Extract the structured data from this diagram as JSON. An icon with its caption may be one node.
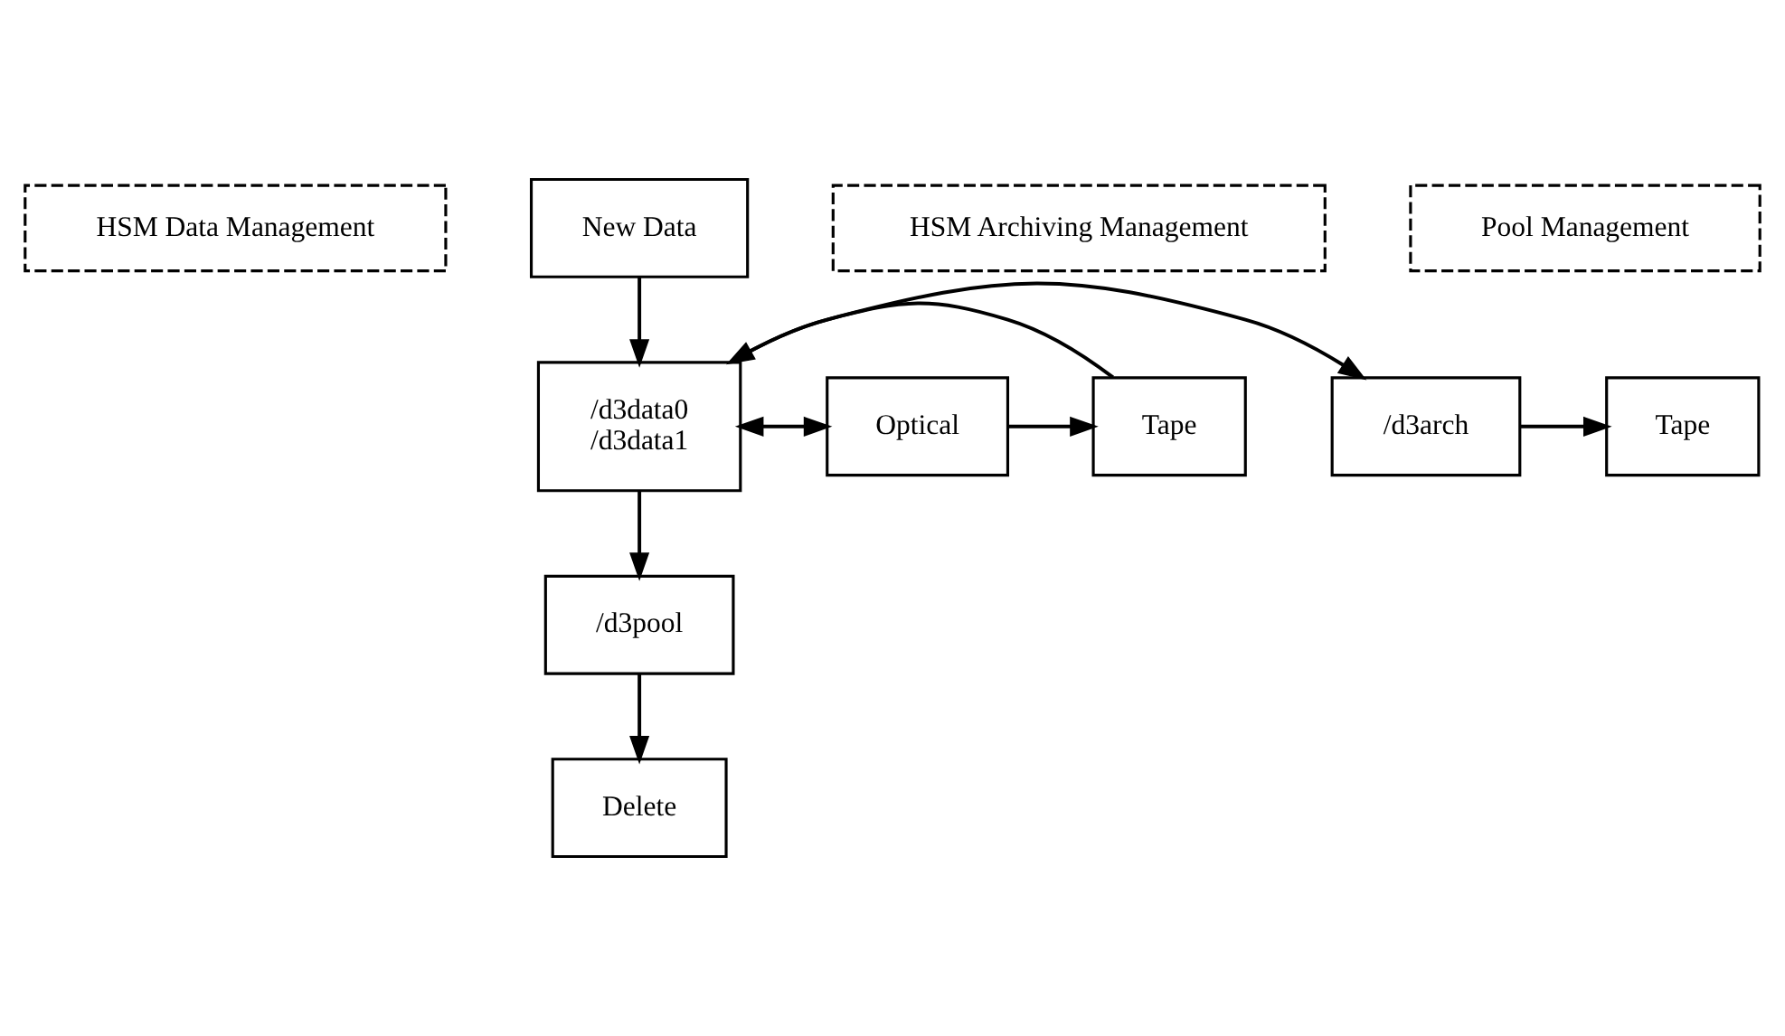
{
  "diagram": {
    "nodes": [
      {
        "text": [
          "HSM Data Management"
        ]
      },
      {
        "text": [
          "New Data"
        ]
      },
      {
        "text": [
          "HSM Archiving Management"
        ]
      },
      {
        "text": [
          "Tape"
        ]
      },
      {
        "text": [
          "/d3arch"
        ]
      },
      {
        "text": [
          "/d3data0",
          "/d3data1"
        ]
      },
      {
        "text": [
          "Optical"
        ]
      },
      {
        "text": [
          "Tape"
        ]
      },
      {
        "text": [
          "Pool Management"
        ]
      },
      {
        "text": [
          "/d3pool"
        ]
      },
      {
        "text": [
          "Delete"
        ]
      }
    ],
    "edges": [
      {
        "from": 1,
        "to": 5,
        "arrow": "to"
      },
      {
        "from": 7,
        "to": 5,
        "arrow": "to"
      },
      {
        "from": 5,
        "to": 4,
        "arrow": "to"
      },
      {
        "from": 4,
        "to": 3,
        "arrow": "to"
      },
      {
        "from": 5,
        "to": 6,
        "arrow": "both"
      },
      {
        "from": 6,
        "to": 7,
        "arrow": "to"
      },
      {
        "from": 5,
        "to": 9,
        "arrow": "to"
      },
      {
        "from": 9,
        "to": 10,
        "arrow": "to"
      }
    ]
  }
}
